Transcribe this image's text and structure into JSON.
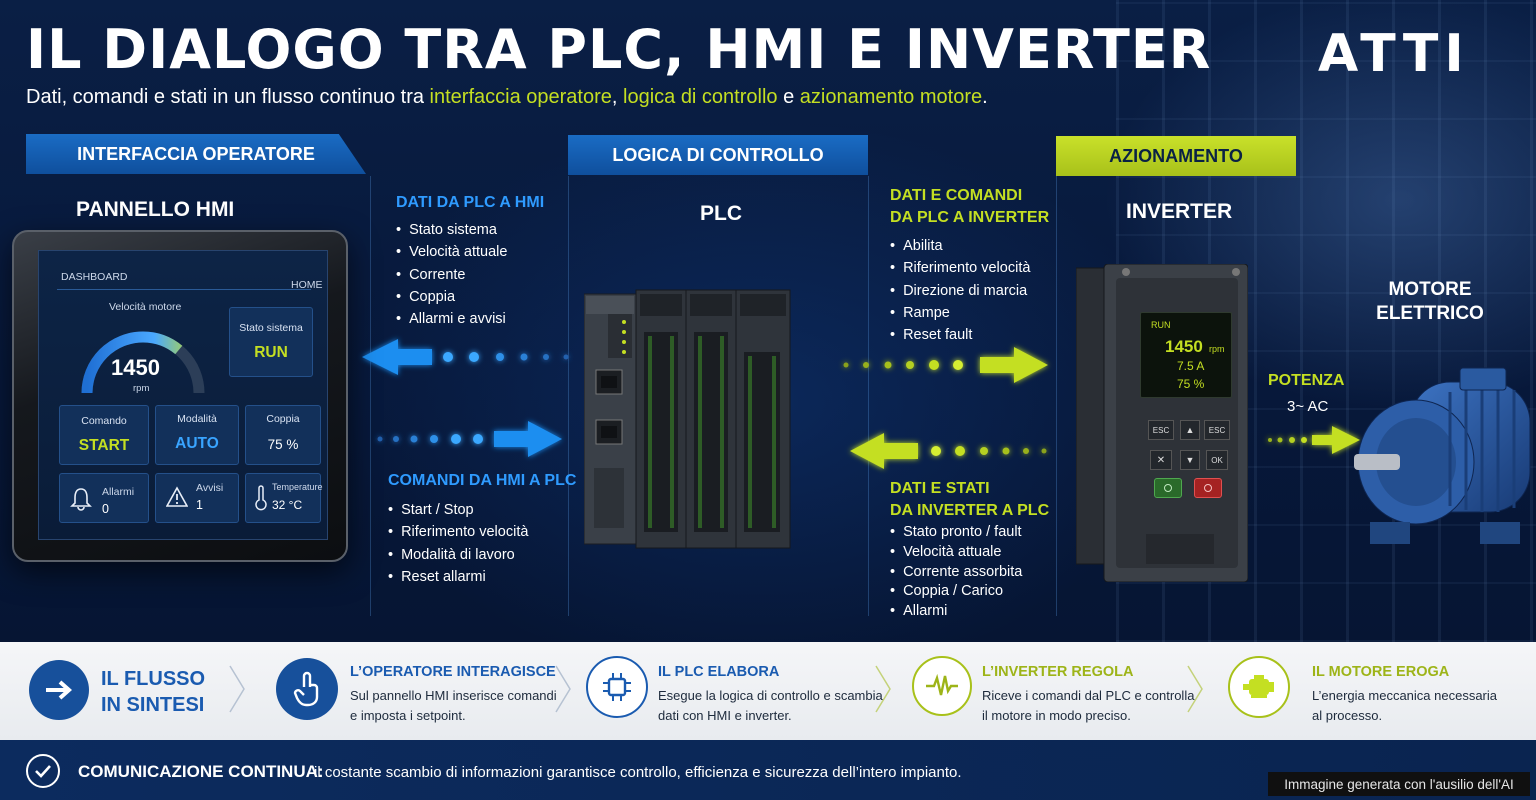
{
  "header": {
    "title": "IL DIALOGO TRA PLC, HMI E INVERTER",
    "subtitle_pre": "Dati, comandi e stati in un flusso continuo tra ",
    "subtitle_hl1": "interfaccia operatore",
    "subtitle_mid1": ", ",
    "subtitle_hl2": "logica di controllo",
    "subtitle_mid2": " e ",
    "subtitle_hl3": "azionamento motore",
    "subtitle_end": ".",
    "logo": "ATTI"
  },
  "banners": {
    "operator": "INTERFACCIA OPERATORE",
    "control": "LOGICA DI CONTROLLO",
    "drive": "AZIONAMENTO"
  },
  "sections": {
    "hmi": "PANNELLO HMI",
    "plc": "PLC",
    "inverter": "INVERTER",
    "motor": "MOTORE\nELETTRICO"
  },
  "flows": {
    "plc_to_hmi": {
      "title": "DATI DA PLC A HMI",
      "items": [
        "Stato sistema",
        "Velocità attuale",
        "Corrente",
        "Coppia",
        "Allarmi e avvisi"
      ]
    },
    "hmi_to_plc": {
      "title": "COMANDI DA HMI A PLC",
      "items": [
        "Start / Stop",
        "Riferimento velocità",
        "Modalità di lavoro",
        "Reset allarmi"
      ]
    },
    "plc_to_inverter": {
      "title_line1": "DATI E COMANDI",
      "title_line2": "DA PLC A INVERTER",
      "items": [
        "Abilita",
        "Riferimento velocità",
        "Direzione di marcia",
        "Rampe",
        "Reset fault"
      ]
    },
    "inverter_to_plc": {
      "title_line1": "DATI E STATI",
      "title_line2": "DA INVERTER A PLC",
      "items": [
        "Stato pronto / fault",
        "Velocità attuale",
        "Corrente assorbita",
        "Coppia / Carico",
        "Allarmi"
      ]
    },
    "power": {
      "label": "POTENZA",
      "value": "3~ AC"
    }
  },
  "hmi_screen": {
    "dashboard": "DASHBOARD",
    "home": "HOME",
    "speed_label": "Velocità motore",
    "speed_value": "1450",
    "speed_unit": "rpm",
    "gauge_fraction": 0.72,
    "system_label": "Stato sistema",
    "system_value": "RUN",
    "command_label": "Comando",
    "command_value": "START",
    "mode_label": "Modalità",
    "mode_value": "AUTO",
    "torque_label": "Coppia",
    "torque_value": "75 %",
    "alarms_label": "Allarmi",
    "alarms_value": "0",
    "warnings_label": "Avvisi",
    "warnings_value": "1",
    "temp_label": "Temperature",
    "temp_value": "32 °C"
  },
  "inverter_screen": {
    "status": "RUN",
    "speed": "1450",
    "speed_unit": "rpm",
    "current": "7.5 A",
    "load": "75 %",
    "key_esc1": "ESC",
    "key_esc2": "ESC",
    "key_ok": "OK"
  },
  "summary": {
    "flow_title_line1": "IL FLUSSO",
    "flow_title_line2": "IN SINTESI",
    "steps": [
      {
        "title": "L’OPERATORE INTERAGISCE",
        "line1": "Sul pannello HMI inserisce comandi",
        "line2": "e imposta i setpoint."
      },
      {
        "title": "IL PLC ELABORA",
        "line1": "Esegue la logica di controllo e scambia",
        "line2": "dati con HMI e inverter."
      },
      {
        "title": "L’INVERTER REGOLA",
        "line1": "Riceve i comandi dal PLC e controlla",
        "line2": "il motore in modo preciso."
      },
      {
        "title": "IL MOTORE EROGA",
        "line1": "L’energia meccanica necessaria",
        "line2": "al processo."
      }
    ]
  },
  "footer": {
    "strong": "COMUNICAZIONE CONTINUA:",
    "text": "il costante scambio di informazioni garantisce controllo, efficienza e sicurezza dell’intero impianto.",
    "ai_note": "Immagine generata con l'ausilio dell'AI"
  },
  "colors": {
    "accent_blue": "#1a6cc4",
    "accent_green": "#c4df22",
    "navy": "#071a3a"
  }
}
